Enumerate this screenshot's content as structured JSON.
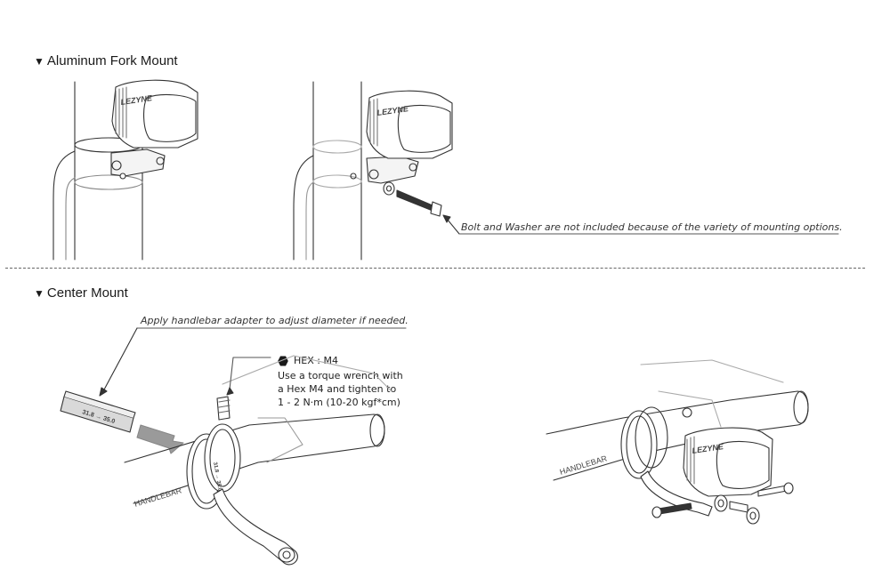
{
  "sections": {
    "fork": {
      "marker": "▼",
      "title": "Aluminum Fork Mount"
    },
    "center": {
      "marker": "▼",
      "title": "Center Mount"
    }
  },
  "notes": {
    "bolt_washer": "Bolt and Washer are not included because of the variety of mounting options.",
    "adapter": "Apply handlebar adapter to adjust diameter if needed."
  },
  "hex": {
    "label": "HEX : M4",
    "instructions": [
      "Use a torque wrench with",
      "a Hex M4 and tighten to",
      "1 - 2 N·m (10-20 kgf*cm)"
    ]
  },
  "part_labels": {
    "handlebar_left": "HANDLEBAR",
    "handlebar_right": "HANDLEBAR",
    "brand": "LEZYNE",
    "adapter_text": "31.8 → 35.0"
  }
}
